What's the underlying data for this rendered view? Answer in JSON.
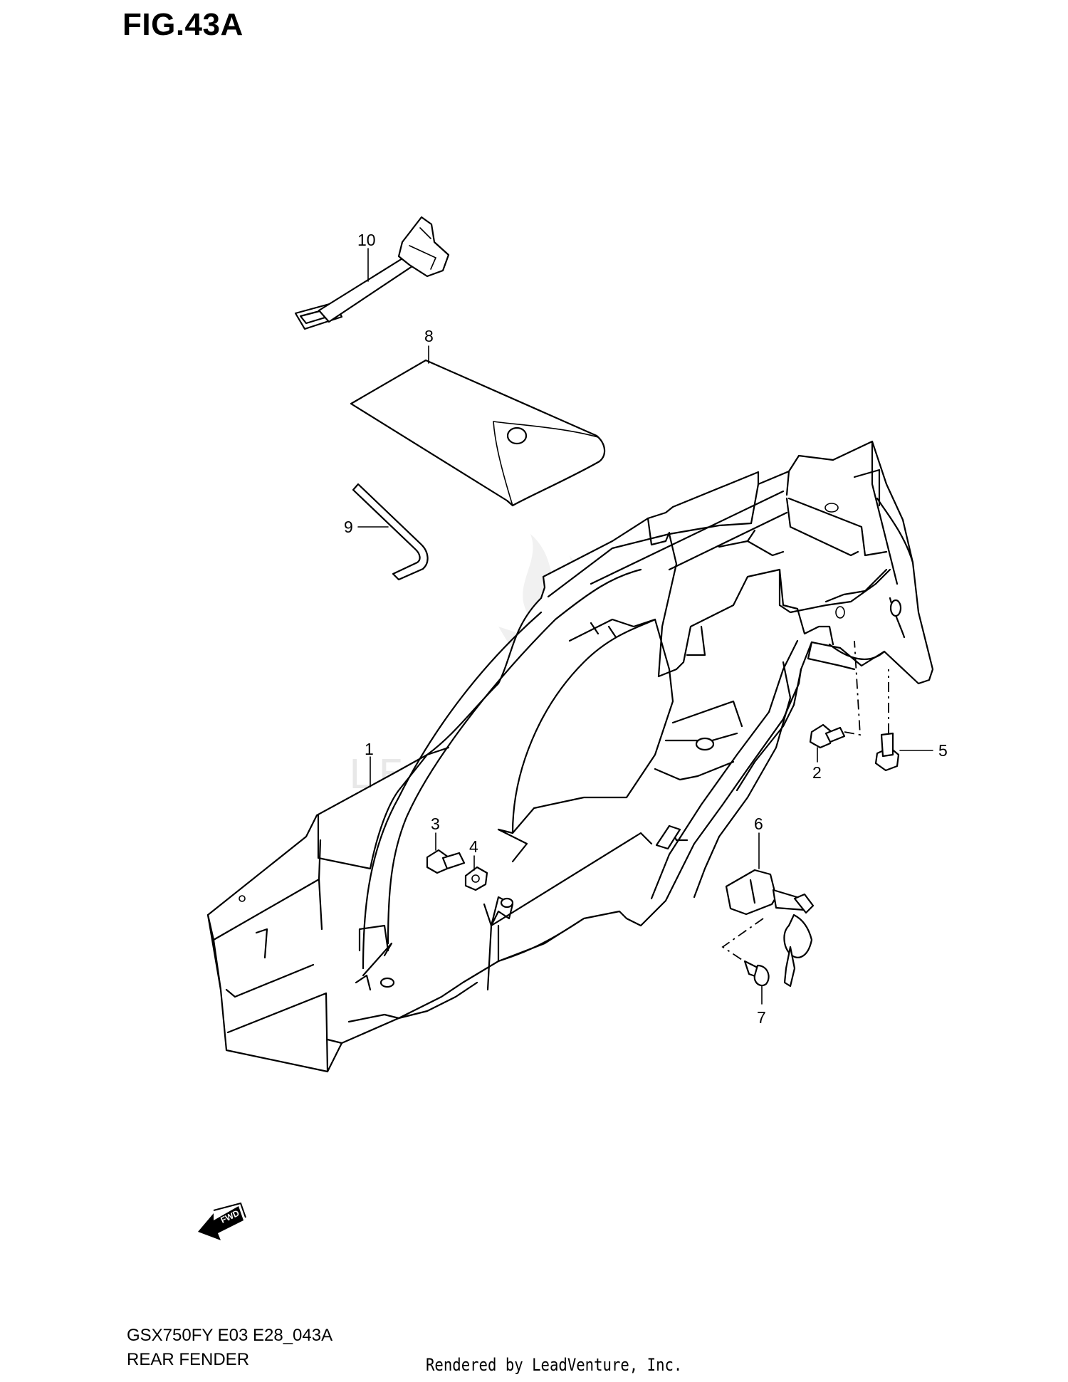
{
  "figure": {
    "title": "FIG.43A",
    "model_code": "GSX750FY E03 E28_043A",
    "section_name": "REAR FENDER",
    "credit": "Rendered by LeadVenture, Inc.",
    "watermark": "LEADVENTURE"
  },
  "callouts": [
    {
      "id": "1",
      "label": "1"
    },
    {
      "id": "2",
      "label": "2"
    },
    {
      "id": "3",
      "label": "3"
    },
    {
      "id": "4",
      "label": "4"
    },
    {
      "id": "5",
      "label": "5"
    },
    {
      "id": "6",
      "label": "6"
    },
    {
      "id": "7",
      "label": "7"
    },
    {
      "id": "8",
      "label": "8"
    },
    {
      "id": "9",
      "label": "9"
    },
    {
      "id": "10",
      "label": "10"
    }
  ],
  "fwd_arrow": {
    "label": "FWD"
  }
}
